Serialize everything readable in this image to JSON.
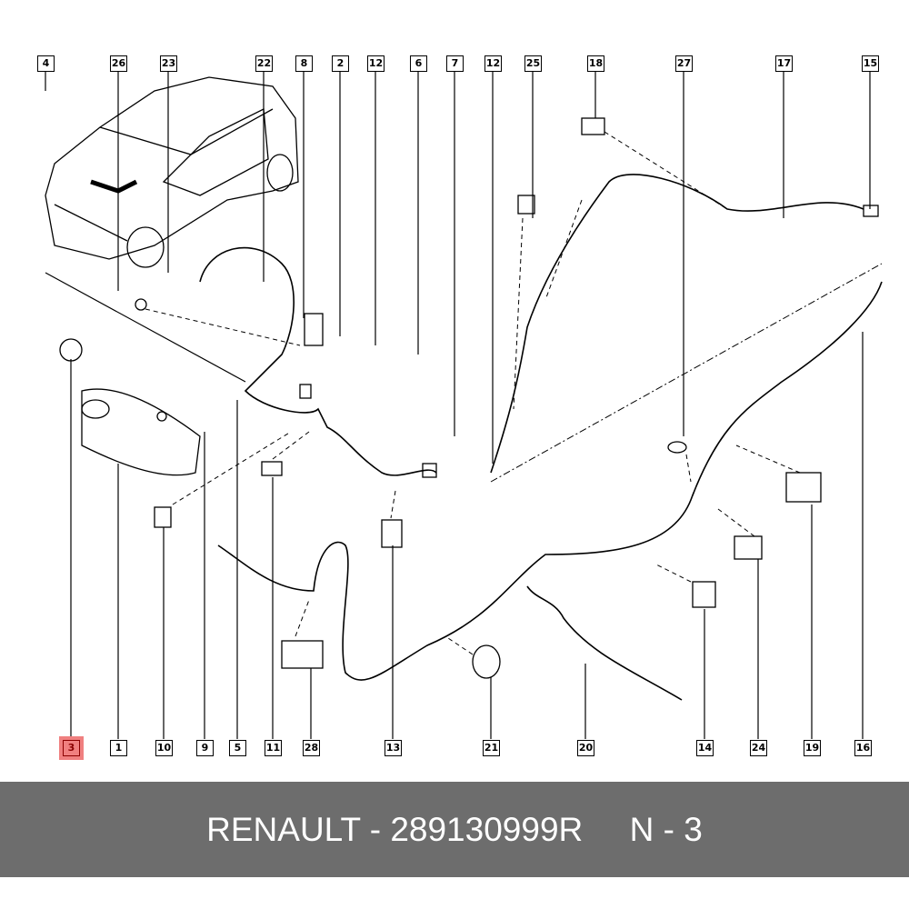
{
  "top_callouts": [
    "4",
    "26",
    "23",
    "22",
    "8",
    "2",
    "12",
    "6",
    "7",
    "12",
    "25",
    "18",
    "27",
    "17",
    "15"
  ],
  "bottom_callouts": [
    "3",
    "1",
    "10",
    "9",
    "5",
    "11",
    "28",
    "13",
    "21",
    "20",
    "14",
    "24",
    "19",
    "16"
  ],
  "highlighted_callout": "3",
  "colors": {
    "highlight": "#f08080",
    "footer_bg": "#6d6d6d"
  },
  "footer": {
    "brand": "RENAULT",
    "separator": " - ",
    "part_number": "289130999R",
    "page": "N - 3"
  }
}
